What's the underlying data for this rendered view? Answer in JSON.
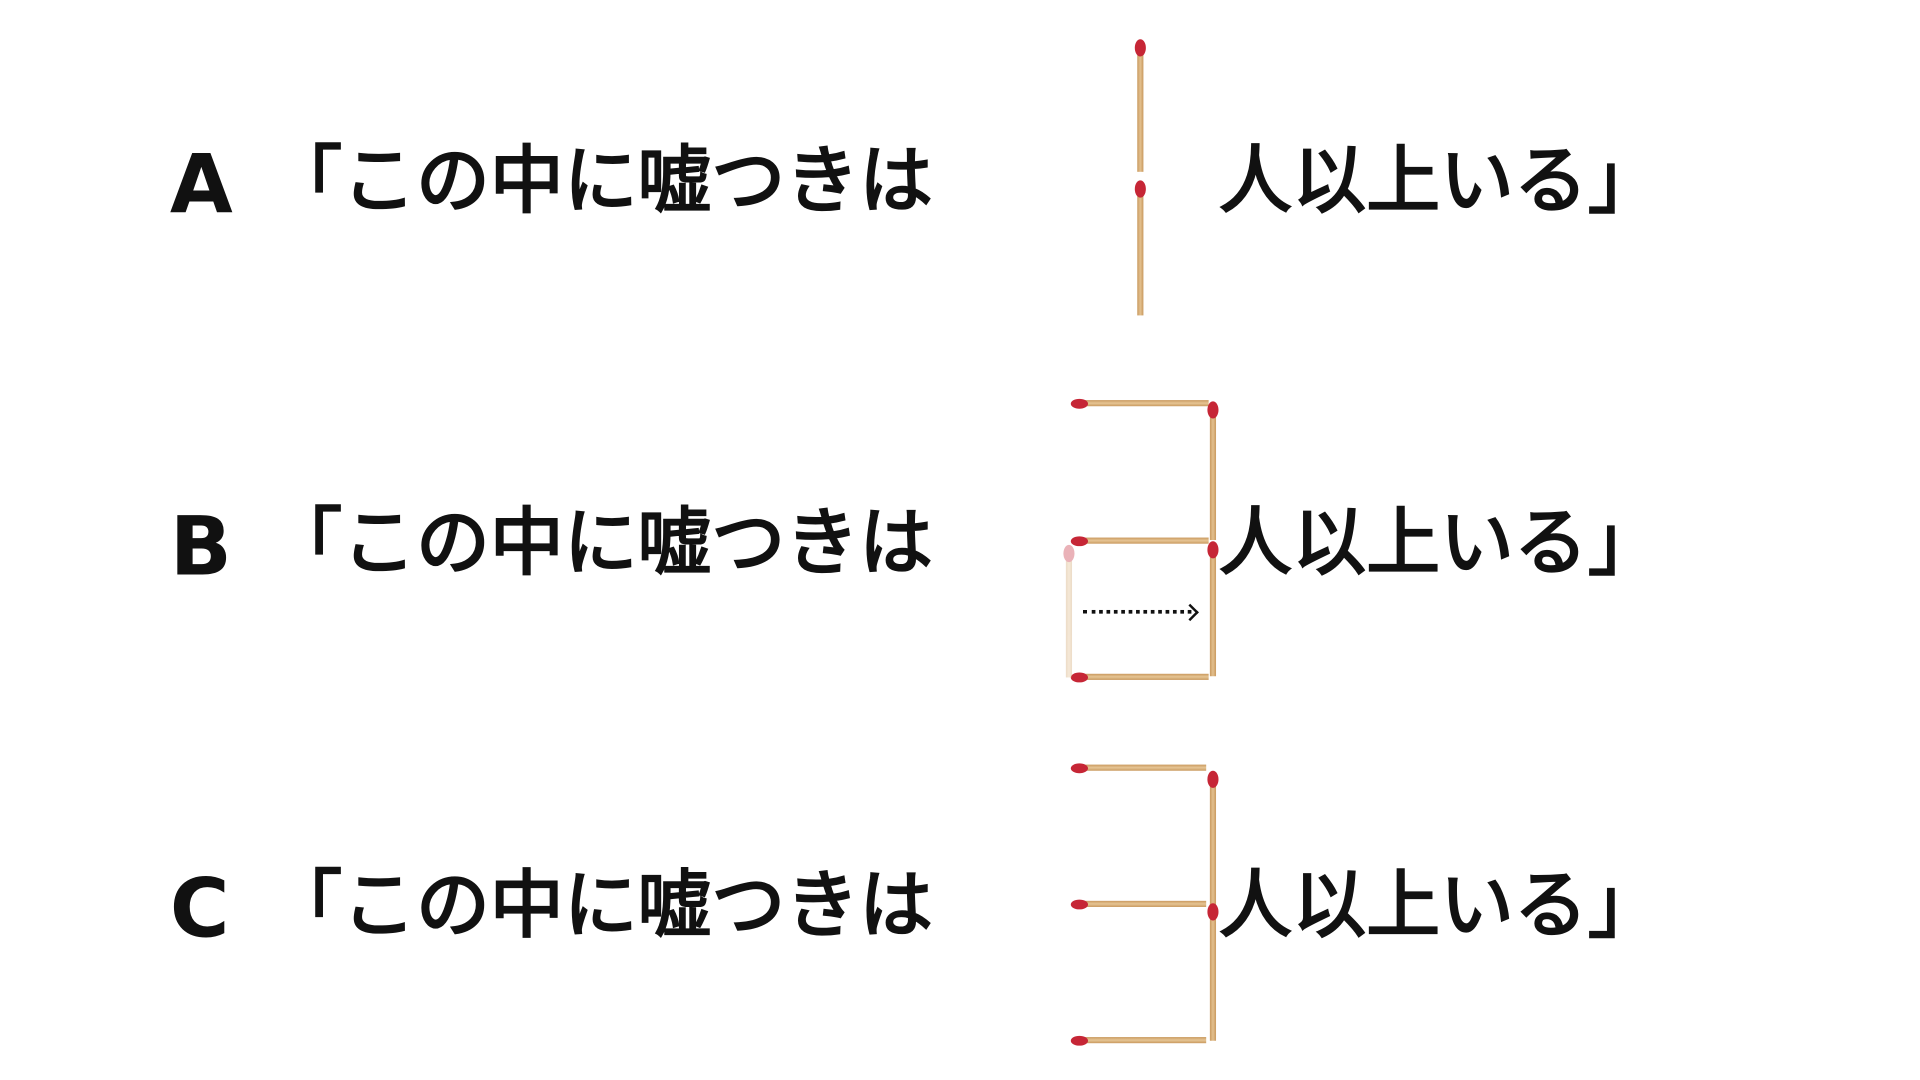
{
  "rows": [
    {
      "label": "A",
      "prefix": "「この中に嘘つきは",
      "suffix": "人以上いる」",
      "matches_digit": "1"
    },
    {
      "label": "B",
      "prefix": "「この中に嘘つきは",
      "suffix": "人以上いる」",
      "matches_digit": "3"
    },
    {
      "label": "C",
      "prefix": "「この中に嘘つきは",
      "suffix": "人以上いる」",
      "matches_digit": "3"
    }
  ],
  "colors": {
    "match_head": "#c62636",
    "match_stick": "#dcb582",
    "text": "#111111"
  }
}
